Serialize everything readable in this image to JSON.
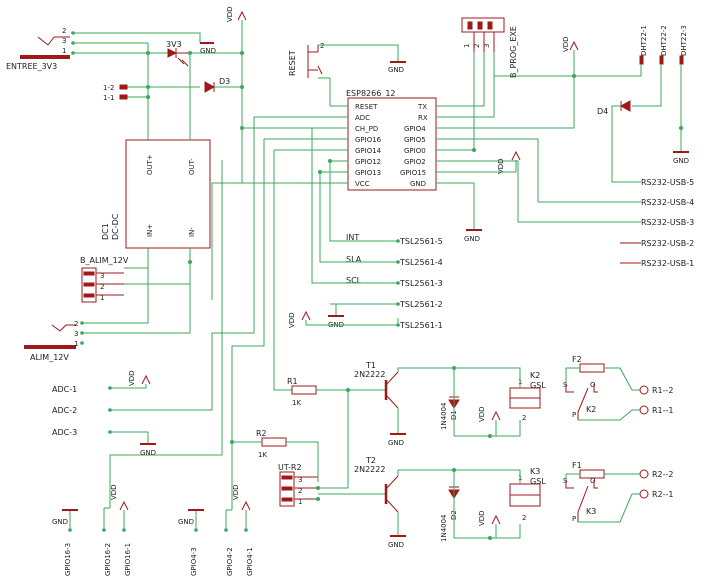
{
  "labels": {
    "entree": "ENTREE_3V3",
    "v3v3": "3V3",
    "d3": "D3",
    "d4": "D4",
    "l12": "1-2",
    "l11": "1-1",
    "dcdc_out_plus": "OUT+",
    "dcdc_out_minus": "OUT-",
    "dcdc_in_plus": "IN+",
    "dcdc_in_minus": "IN-",
    "dc1": "DC1",
    "dcdc": "DC-DC",
    "b_alim": "B_ALIM_12V",
    "alim": "ALIM_12V",
    "reset": "RESET",
    "esp": "ESP8266_12",
    "pin_reset": "RESET",
    "pin_adc": "ADC",
    "pin_chpd": "CH_PD",
    "pin_gpio16": "GPIO16",
    "pin_gpio14": "GPIO14",
    "pin_gpio12": "GPIO12",
    "pin_gpio13": "GPIO13",
    "pin_vcc": "VCC",
    "pin_tx": "TX",
    "pin_rx": "RX",
    "pin_gpio4": "GPIO4",
    "pin_gpio5": "GPIO5",
    "pin_gpio0": "GPIO0",
    "pin_gpio2": "GPIO2",
    "pin_gpio15": "GPIO15",
    "pin_gnd": "GND",
    "bprog": "B_PROG_EXE",
    "dht1": "DHT22-1",
    "dht2": "DHT22-2",
    "dht3": "DHT22-3",
    "rs5": "RS232-USB-5",
    "rs4": "RS232-USB-4",
    "rs3": "RS232-USB-3",
    "rs2": "RS232-USB-2",
    "rs1": "RS232-USB-1",
    "int": "INT",
    "sla": "SLA",
    "scl": "SCL",
    "tsl5": "TSL2561-5",
    "tsl4": "TSL2561-4",
    "tsl3": "TSL2561-3",
    "tsl2": "TSL2561-2",
    "tsl1": "TSL2561-1",
    "r1": "R1",
    "r1v": "1K",
    "r2": "R2",
    "r2v": "1K",
    "t1": "T1",
    "t2": "T2",
    "tr": "2N2222",
    "d1": "D1",
    "d2": "D2",
    "d1v": "1N4004",
    "d2v": "1N4004",
    "k2": "K2",
    "k3": "K3",
    "gsl": "GSL",
    "f1": "F1",
    "f2": "F2",
    "r12": "R1--2",
    "r11": "R1--1",
    "r22": "R2--2",
    "r21": "R2--1",
    "adc1": "ADC-1",
    "adc2": "ADC-2",
    "adc3": "ADC-3",
    "utr2": "UT-R2",
    "g163": "GPIO16-3",
    "g162": "GPIO16-2",
    "g161": "GPIO16-1",
    "g43": "GPIO4-3",
    "g42": "GPIO4-2",
    "g41": "GPIO4-1",
    "vdd": "VDD",
    "gnd": "GND",
    "n1": "1",
    "n2": "2",
    "n3": "3",
    "ns": "S",
    "no": "O",
    "np": "P"
  }
}
